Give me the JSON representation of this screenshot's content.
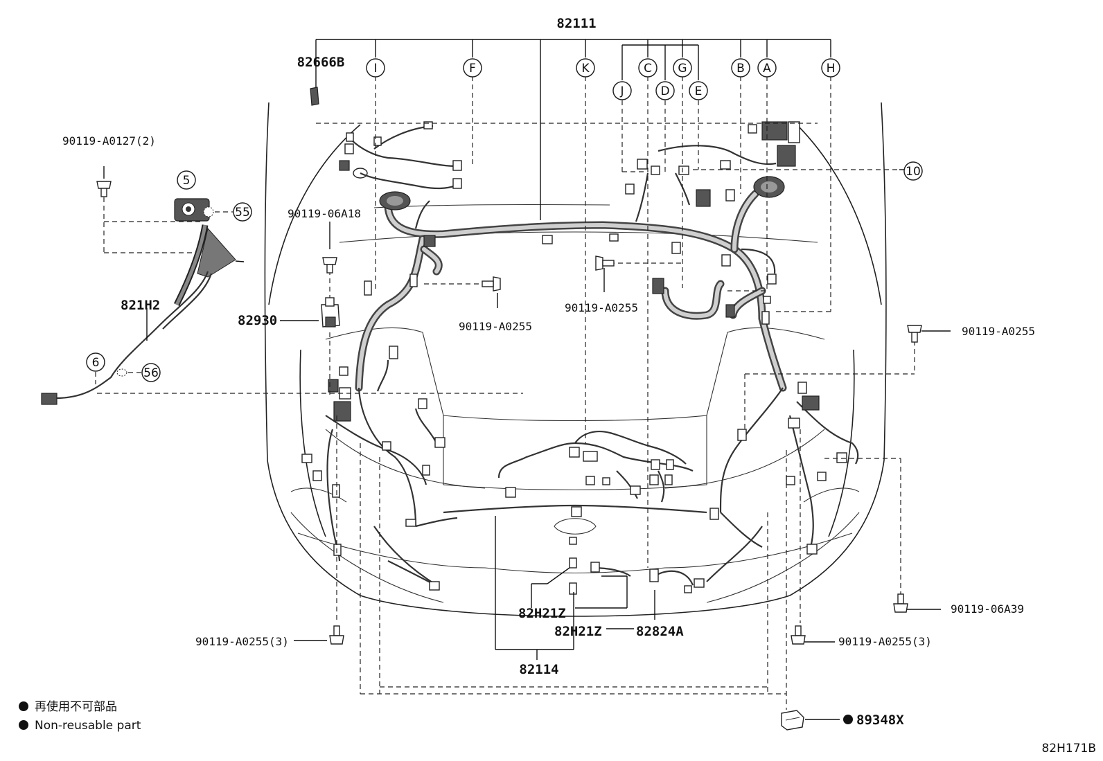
{
  "labels": {
    "top_harness": "82111",
    "bracket_top_left": "82666B",
    "bolt_a0127": "90119-A0127(2)",
    "bolt_06a18": "90119-06A18",
    "bolt_a0255_mid": "90119-A0255",
    "bolt_a0255_center": "90119-A0255",
    "bolt_a0255_right": "90119-A0255",
    "sub_harness_left": "821H2",
    "relay_82930": "82930",
    "bolt_06a39": "90119-06A39",
    "bolt_a0255_3_left": "90119-A0255(3)",
    "bolt_a0255_3_right": "90119-A0255(3)",
    "clamp_1": "82H21Z",
    "clamp_2": "82H21Z",
    "bracket_82824a": "82824A",
    "harness_bottom": "82114",
    "clip_89348x": "89348X",
    "diagram_code": "82H171B"
  },
  "callouts": {
    "I": "I",
    "F": "F",
    "K": "K",
    "J": "J",
    "C": "C",
    "D": "D",
    "G": "G",
    "E": "E",
    "B": "B",
    "A": "A",
    "H": "H",
    "n10": "10",
    "n5": "5",
    "n55": "55",
    "n6": "6",
    "n56": "56"
  },
  "legend": {
    "line_jp": "再使用不可部品",
    "line_en": "Non-reusable part"
  }
}
